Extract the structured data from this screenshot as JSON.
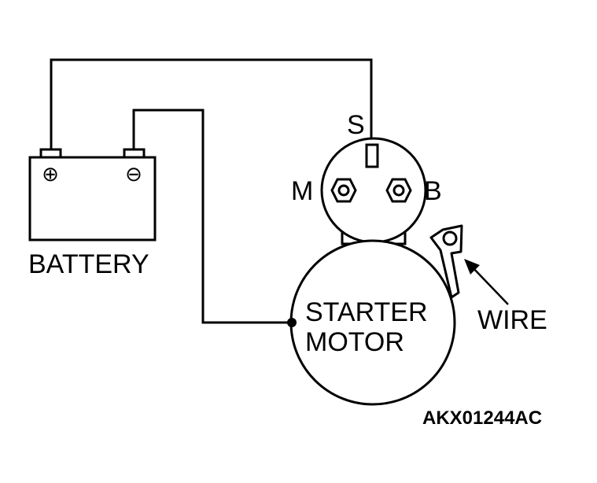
{
  "labels": {
    "battery": "BATTERY",
    "starter_line1": "STARTER",
    "starter_line2": "MOTOR",
    "wire": "WIRE",
    "terminal_s": "S",
    "terminal_m": "M",
    "terminal_b": "B",
    "figure_code": "AKX01244AC"
  },
  "battery": {
    "positive_symbol": "⊕",
    "negative_symbol": "⊖"
  },
  "colors": {
    "ink": "#000000",
    "background": "#ffffff"
  }
}
